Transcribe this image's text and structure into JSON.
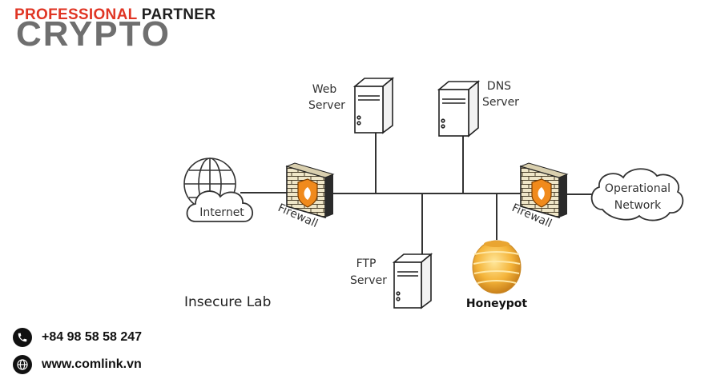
{
  "brand": {
    "red_text": "PROFESSIONAL",
    "dark_text": "PARTNER",
    "big_text": "CRYPTO"
  },
  "diagram": {
    "nodes": {
      "web_server": [
        "Web",
        "Server"
      ],
      "dns_server": [
        "DNS",
        "Server"
      ],
      "ftp_server": [
        "FTP",
        "Server"
      ],
      "internet": "Internet",
      "operational_network": [
        "Operational",
        "Network"
      ],
      "firewall_left": "Firewall",
      "firewall_right": "Firewall",
      "honeypot": "Honeypot"
    },
    "zone_label": "Insecure Lab"
  },
  "contact": {
    "phone": "+84 98 58 58 247",
    "website": "www.comlink.vn"
  },
  "colors": {
    "brand_red": "#e03524",
    "brand_gray": "#6f6f6f",
    "firewall_brick": "#efe6c8",
    "firewall_shield": "#f08a1c",
    "honey": "#f4b43a"
  }
}
